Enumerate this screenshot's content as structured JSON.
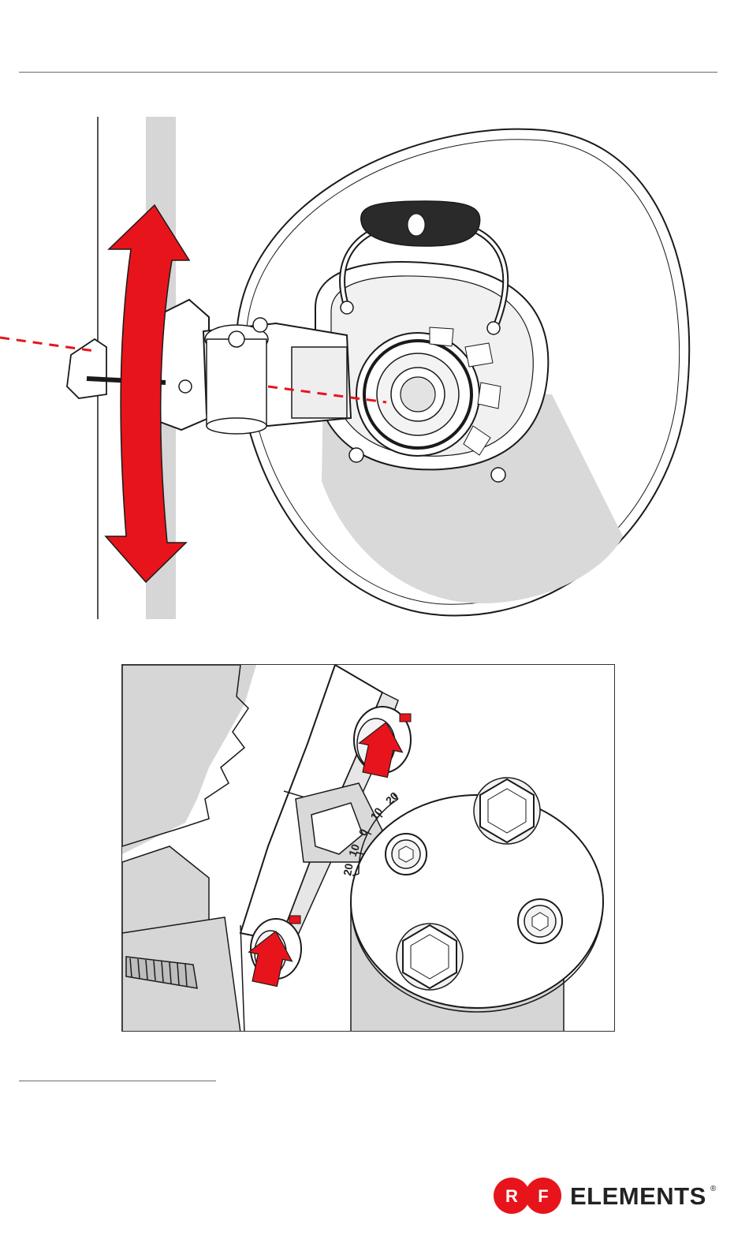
{
  "header_rule": true,
  "colors": {
    "accent_red": "#e8141b",
    "line": "#1a1a1a",
    "fill_gray": "#d6d6d6"
  },
  "illustration": {
    "main": {
      "subject": "dish-antenna-on-pole",
      "arrow": "double-headed-curved-arrow",
      "alignment": "dashed-line"
    },
    "detail": {
      "scale_ticks": [
        "20",
        "10",
        "0",
        "10",
        "20"
      ],
      "arrows": [
        "up-arrow",
        "up-arrow"
      ]
    }
  },
  "logo": {
    "letters": [
      "R",
      "F"
    ],
    "wordmark": "ELEMENTS",
    "registered": "®"
  }
}
